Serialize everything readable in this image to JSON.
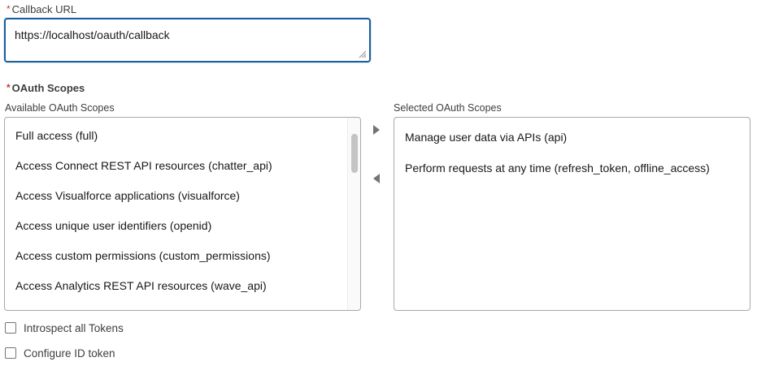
{
  "callback": {
    "required_marker": "*",
    "label": "Callback URL",
    "value": "https://localhost/oauth/callback"
  },
  "scopes": {
    "required_marker": "*",
    "title": "OAuth Scopes",
    "available_label": "Available OAuth Scopes",
    "selected_label": "Selected OAuth Scopes",
    "available": [
      "Full access (full)",
      "Access Connect REST API resources (chatter_api)",
      "Access Visualforce applications (visualforce)",
      "Access unique user identifiers (openid)",
      "Access custom permissions (custom_permissions)",
      "Access Analytics REST API resources (wave_api)"
    ],
    "selected": [
      "Manage user data via APIs (api)",
      "Perform requests at any time (refresh_token, offline_access)"
    ],
    "add_icon": "triangle-right-icon",
    "remove_icon": "triangle-left-icon"
  },
  "options": {
    "introspect_label": "Introspect all Tokens",
    "introspect_checked": false,
    "id_token_label": "Configure ID token",
    "id_token_checked": false
  },
  "colors": {
    "focus_border": "#1b5f9e",
    "required": "#c23934"
  }
}
